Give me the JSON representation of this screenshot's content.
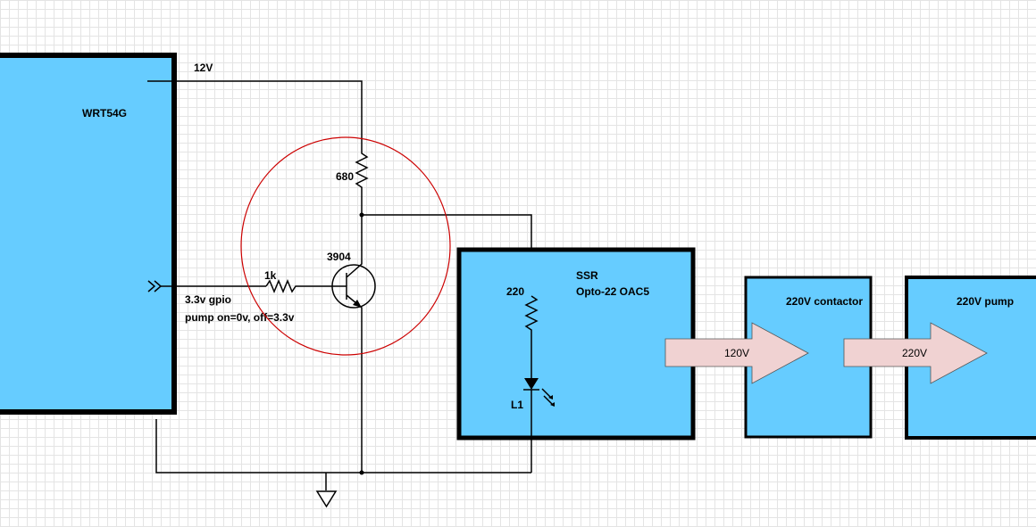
{
  "colors": {
    "block_fill": "#66ccff",
    "arrow_fill": "#f0d2d2",
    "circle_stroke": "#cc0000"
  },
  "router": {
    "name": "WRT54G"
  },
  "supply": {
    "label": "12V"
  },
  "gpio": {
    "label": "3.3v gpio",
    "note": "pump on=0v, off=3.3v"
  },
  "resistors": {
    "r_collector": "680",
    "r_base": "1k",
    "r_led": "220"
  },
  "transistor": {
    "label": "3904"
  },
  "ssr": {
    "title": "SSR",
    "model": "Opto-22 OAC5",
    "led": "L1"
  },
  "contactor": {
    "label": "220V contactor"
  },
  "pump": {
    "label": "220V pump"
  },
  "arrows": {
    "a1": "120V",
    "a2": "220V"
  }
}
